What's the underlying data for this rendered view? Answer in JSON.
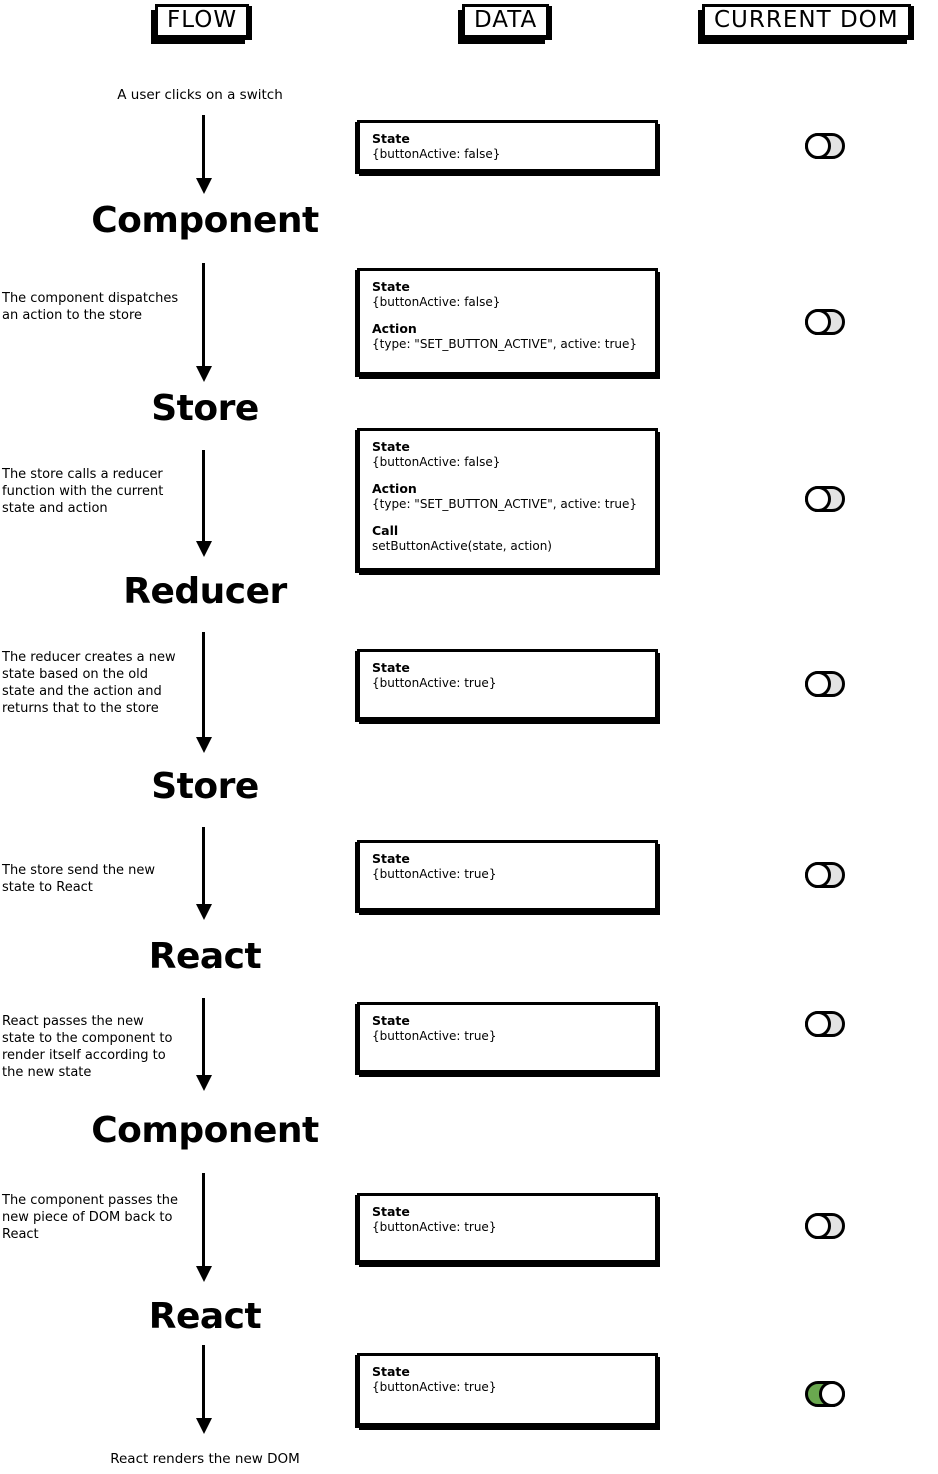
{
  "headers": {
    "flow": "FLOW",
    "data": "DATA",
    "current_dom": "CURRENT DOM"
  },
  "flow_column": {
    "start_caption": "A user clicks on a switch",
    "nodes": [
      "Component",
      "Store",
      "Reducer",
      "Store",
      "React",
      "Component",
      "React"
    ],
    "annotations": [
      "The component dispatches an action to the store",
      "The store calls a reducer function with the current state and action",
      "The reducer creates a new state based on the old state and the action and returns that to the store",
      "The store send the new state to React",
      "React passes the new state to the component to render itself according to the new state",
      "The component passes the new piece of DOM back to React"
    ],
    "end_caption": "React renders the new DOM"
  },
  "data_column": {
    "boxes": [
      {
        "entries": [
          {
            "label": "State",
            "value": "{buttonActive: false}"
          }
        ]
      },
      {
        "entries": [
          {
            "label": "State",
            "value": "{buttonActive: false}"
          },
          {
            "label": "Action",
            "value": "{type: \"SET_BUTTON_ACTIVE\", active: true}"
          }
        ]
      },
      {
        "entries": [
          {
            "label": "State",
            "value": "{buttonActive: false}"
          },
          {
            "label": "Action",
            "value": "{type: \"SET_BUTTON_ACTIVE\", active: true}"
          },
          {
            "label": "Call",
            "value": "setButtonActive(state, action)"
          }
        ]
      },
      {
        "entries": [
          {
            "label": "State",
            "value": "{buttonActive: true}"
          }
        ]
      },
      {
        "entries": [
          {
            "label": "State",
            "value": "{buttonActive: true}"
          }
        ]
      },
      {
        "entries": [
          {
            "label": "State",
            "value": "{buttonActive: true}"
          }
        ]
      },
      {
        "entries": [
          {
            "label": "State",
            "value": "{buttonActive: true}"
          }
        ]
      },
      {
        "entries": [
          {
            "label": "State",
            "value": "{buttonActive: true}"
          }
        ]
      }
    ]
  },
  "dom_column": {
    "toggles": [
      {
        "state": "off"
      },
      {
        "state": "off"
      },
      {
        "state": "off"
      },
      {
        "state": "off"
      },
      {
        "state": "off"
      },
      {
        "state": "off"
      },
      {
        "state": "off"
      },
      {
        "state": "on"
      }
    ]
  },
  "colors": {
    "toggle_on_green": "#6aa84f",
    "toggle_off_gray": "#e3e3e3",
    "ink": "#000000"
  }
}
